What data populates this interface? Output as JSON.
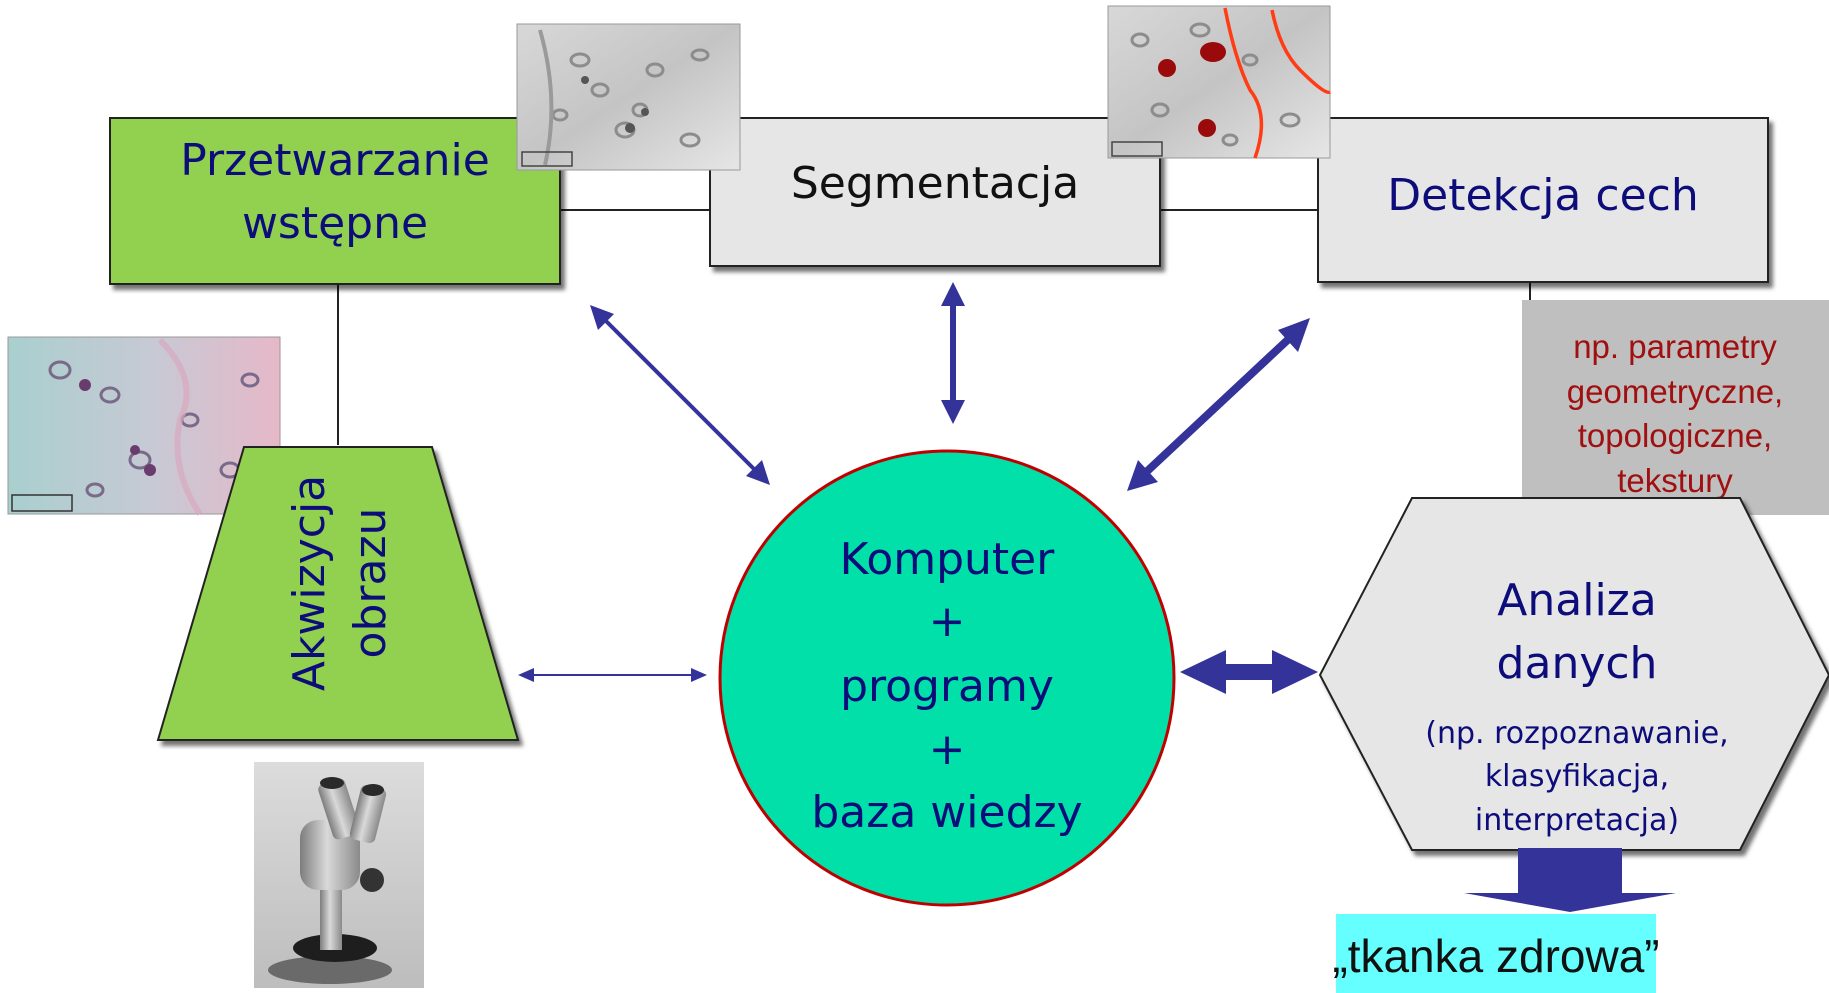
{
  "nodes": {
    "preprocessing": {
      "line1": "Przetwarzanie",
      "line2": "wstępne"
    },
    "segmentation": {
      "label": "Segmentacja"
    },
    "feature_detection": {
      "label": "Detekcja cech"
    },
    "acquisition": {
      "line1": "Akwizycja",
      "line2": "obrazu"
    },
    "computer": {
      "lines": [
        "Komputer",
        "+",
        "programy",
        "+",
        "baza wiedzy"
      ]
    },
    "features_note": {
      "lines": [
        "np. parametry",
        "geometryczne,",
        "topologiczne,",
        "tekstury"
      ]
    },
    "analysis": {
      "line1": "Analiza",
      "line2": "danych",
      "sub": [
        "(np. rozpoznawanie,",
        "klasyfikacja,",
        "interpretacja)"
      ]
    },
    "result": {
      "label": "„tkanka zdrowa”"
    }
  },
  "images": {
    "preprocessed_micrograph": "grayscale-micrograph",
    "segmented_micrograph": "segmented-micrograph",
    "raw_micrograph": "stained-tissue-micrograph",
    "microscope": "stereo-microscope-photo"
  },
  "colors": {
    "green_box": "#92d050",
    "gray_box": "#e6e6e6",
    "computer_fill": "#00e0a8",
    "computer_border": "#c00000",
    "arrow": "#33339a",
    "note_fill": "#bfbfbf",
    "note_text": "#a01010",
    "result_fill": "#66ffff",
    "text_blue": "#0c0c7a"
  }
}
